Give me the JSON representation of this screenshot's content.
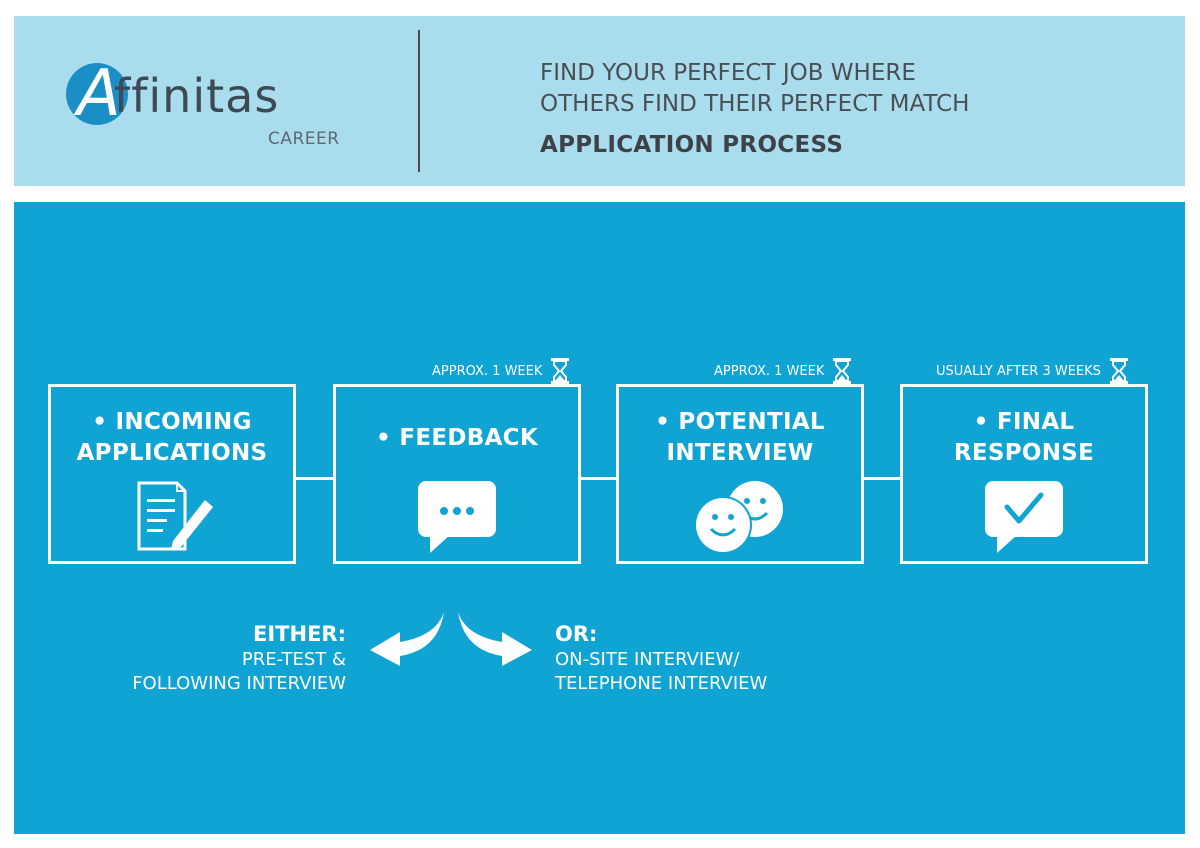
{
  "header": {
    "logo_initial": "A",
    "logo_word": "ffinitas",
    "logo_sub": "CAREER",
    "tagline_line1": "FIND YOUR PERFECT JOB WHERE",
    "tagline_line2": "OTHERS FIND THEIR PERFECT MATCH",
    "subtitle": "APPLICATION PROCESS"
  },
  "steps": [
    {
      "line1": "• INCOMING",
      "line2": "APPLICATIONS",
      "icon": "document-pencil-icon"
    },
    {
      "line1": "• FEEDBACK",
      "line2": "",
      "icon": "chat-bubble-icon"
    },
    {
      "line1": "• POTENTIAL",
      "line2": "INTERVIEW",
      "icon": "smiley-faces-icon"
    },
    {
      "line1": "• FINAL",
      "line2": "RESPONSE",
      "icon": "checkmark-bubble-icon"
    }
  ],
  "durations": [
    {
      "label": "APPROX. 1 WEEK",
      "icon": "hourglass-icon"
    },
    {
      "label": "APPROX. 1 WEEK",
      "icon": "hourglass-icon"
    },
    {
      "label": "USUALLY AFTER 3 WEEKS",
      "icon": "hourglass-icon"
    }
  ],
  "branches": {
    "either_head": "EITHER:",
    "either_line1": "PRE-TEST &",
    "either_line2": "FOLLOWING INTERVIEW",
    "or_head": "OR:",
    "or_line1": "ON-SITE INTERVIEW/",
    "or_line2": "TELEPHONE INTERVIEW"
  },
  "colors": {
    "header_bg": "#a9dcec",
    "panel_bg": "#0fa4d4",
    "logo_blue": "#1a8fc6",
    "text_dark": "#3d4248",
    "white": "#ffffff"
  }
}
